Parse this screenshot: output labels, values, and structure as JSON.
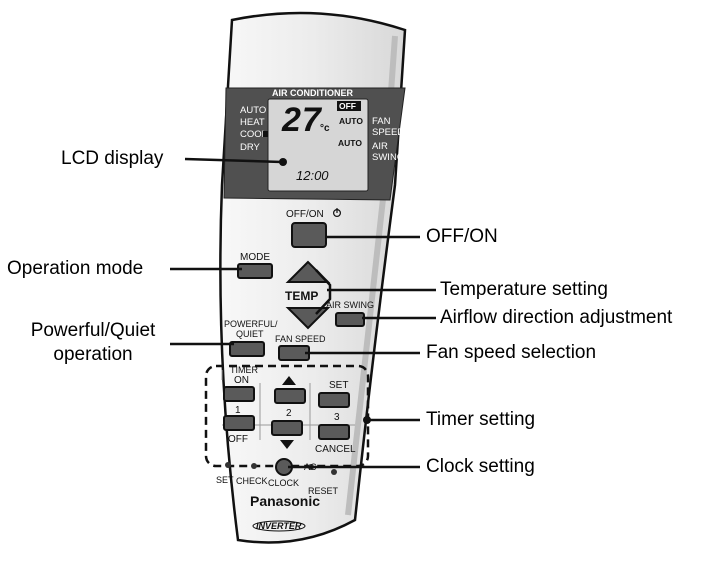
{
  "remote": {
    "lcd_header": "AIR CONDITIONER",
    "modes": [
      "AUTO",
      "HEAT",
      "COOL",
      "DRY"
    ],
    "temperature": "27",
    "temp_unit": "°c",
    "timer_off_tag": "OFF",
    "fan_label_auto": "AUTO",
    "fan_text_1": "FAN",
    "fan_text_2": "SPEED",
    "swing_label_auto": "AUTO",
    "swing_text_1": "AIR",
    "swing_text_2": "SWING",
    "clock_display": "12:00",
    "power_label": "OFF/ON",
    "mode_label": "MODE",
    "temp_label": "TEMP",
    "air_swing_label": "AIR SWING",
    "powerful_label_1": "POWERFUL/",
    "powerful_label_2": "QUIET",
    "fan_speed_label": "FAN SPEED",
    "timer_label": "TIMER",
    "timer_on": "ON",
    "timer_set": "SET",
    "timer_1": "1",
    "timer_2": "2",
    "timer_3": "3",
    "timer_off": "OFF",
    "timer_cancel": "CANCEL",
    "small_set": "SET",
    "small_check": "CHECK",
    "small_clock": "CLOCK",
    "small_ac": "AC",
    "small_reset": "RESET",
    "brand": "Panasonic",
    "badge": "INVERTER"
  },
  "callouts": {
    "lcd_display": "LCD display",
    "off_on": "OFF/ON",
    "operation_mode": "Operation mode",
    "temperature_setting": "Temperature setting",
    "airflow": "Airflow direction adjustment",
    "powerful_1": "Powerful/Quiet",
    "powerful_2": "operation",
    "fan_speed": "Fan speed selection",
    "timer_setting": "Timer setting",
    "clock_setting": "Clock setting"
  },
  "colors": {
    "remote_body": "#eeeeee",
    "remote_outline": "#111111",
    "lcd_panel": "#505050",
    "lcd_screen": "#d6d6d6",
    "button_fill": "#5a5a5a"
  }
}
